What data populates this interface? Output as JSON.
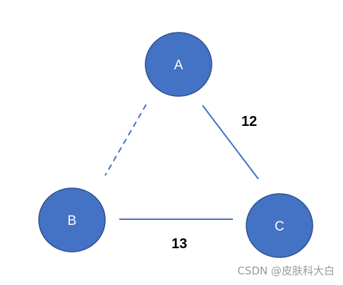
{
  "diagram": {
    "nodes": [
      {
        "id": "A",
        "label": "A"
      },
      {
        "id": "B",
        "label": "B"
      },
      {
        "id": "C",
        "label": "C"
      }
    ],
    "edges": [
      {
        "from": "A",
        "to": "B",
        "style": "dashed",
        "label": ""
      },
      {
        "from": "A",
        "to": "C",
        "style": "solid",
        "label": "12"
      },
      {
        "from": "B",
        "to": "C",
        "style": "solid",
        "label": "13"
      }
    ],
    "colors": {
      "node_fill": "#4472c4",
      "node_border": "#2f528f",
      "edge": "#4472c4",
      "node_text": "#ffffff",
      "edge_label": "#000000"
    }
  },
  "watermark": {
    "text": "CSDN @皮肤科大白"
  }
}
